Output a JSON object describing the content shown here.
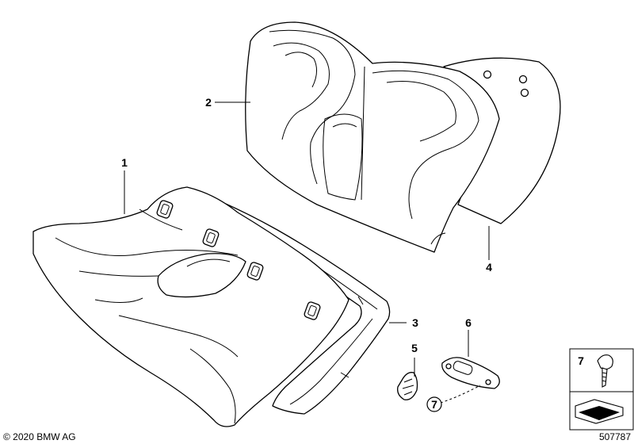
{
  "callouts": {
    "c1": "1",
    "c2": "2",
    "c3": "3",
    "c4": "4",
    "c5": "5",
    "c6": "6",
    "c7_circled": "7"
  },
  "legend": {
    "item_number": "7"
  },
  "copyright": "© 2020 BMW AG",
  "diagram_number": "507787"
}
